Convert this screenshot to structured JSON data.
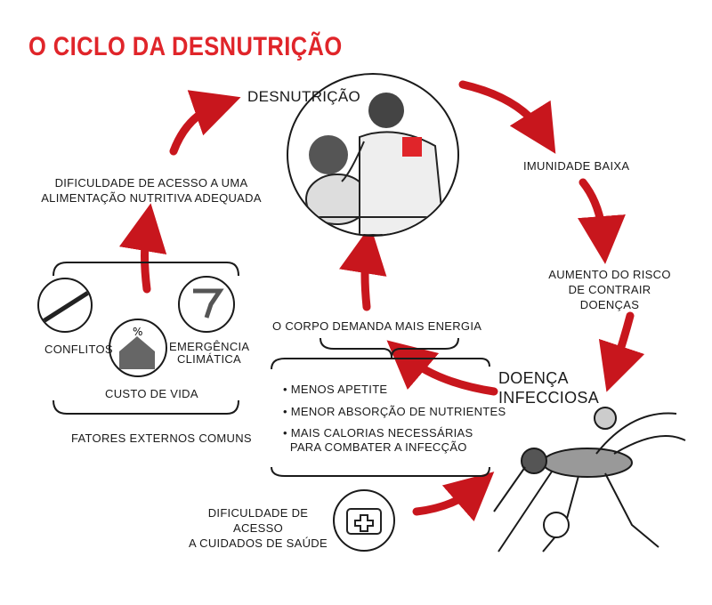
{
  "title": "O CICLO DA DESNUTRIÇÃO",
  "nodes": {
    "desnutricao": "DESNUTRIÇÃO",
    "imunidade": "IMUNIDADE BAIXA",
    "risco_1": "AUMENTO DO RISCO",
    "risco_2": "DE CONTRAIR DOENÇAS",
    "doenca_1": "DOENÇA",
    "doenca_2": "INFECCIOSA",
    "corpo": "O CORPO DEMANDA MAIS ENERGIA",
    "acesso_alim_1": "DIFICULDADE DE ACESSO A UMA",
    "acesso_alim_2": "ALIMENTAÇÃO NUTRITIVA ADEQUADA",
    "acesso_saude_1": "DIFICULDADE DE ACESSO",
    "acesso_saude_2": "A CUIDADOS DE SAÚDE"
  },
  "bullets": [
    "MENOS APETITE",
    "MENOR ABSORÇÃO DE NUTRIENTES",
    "MAIS CALORIAS NECESSÁRIAS",
    "PARA COMBATER A INFECÇÃO"
  ],
  "factors": {
    "conflitos": "CONFLITOS",
    "custo": "CUSTO DE VIDA",
    "clima_1": "EMERGÊNCIA",
    "clima_2": "CLIMÁTICA",
    "caption": "FATORES EXTERNOS COMUNS"
  },
  "colors": {
    "accent": "#e0252a",
    "arrow": "#c8161d",
    "ink": "#1a1a1a"
  }
}
